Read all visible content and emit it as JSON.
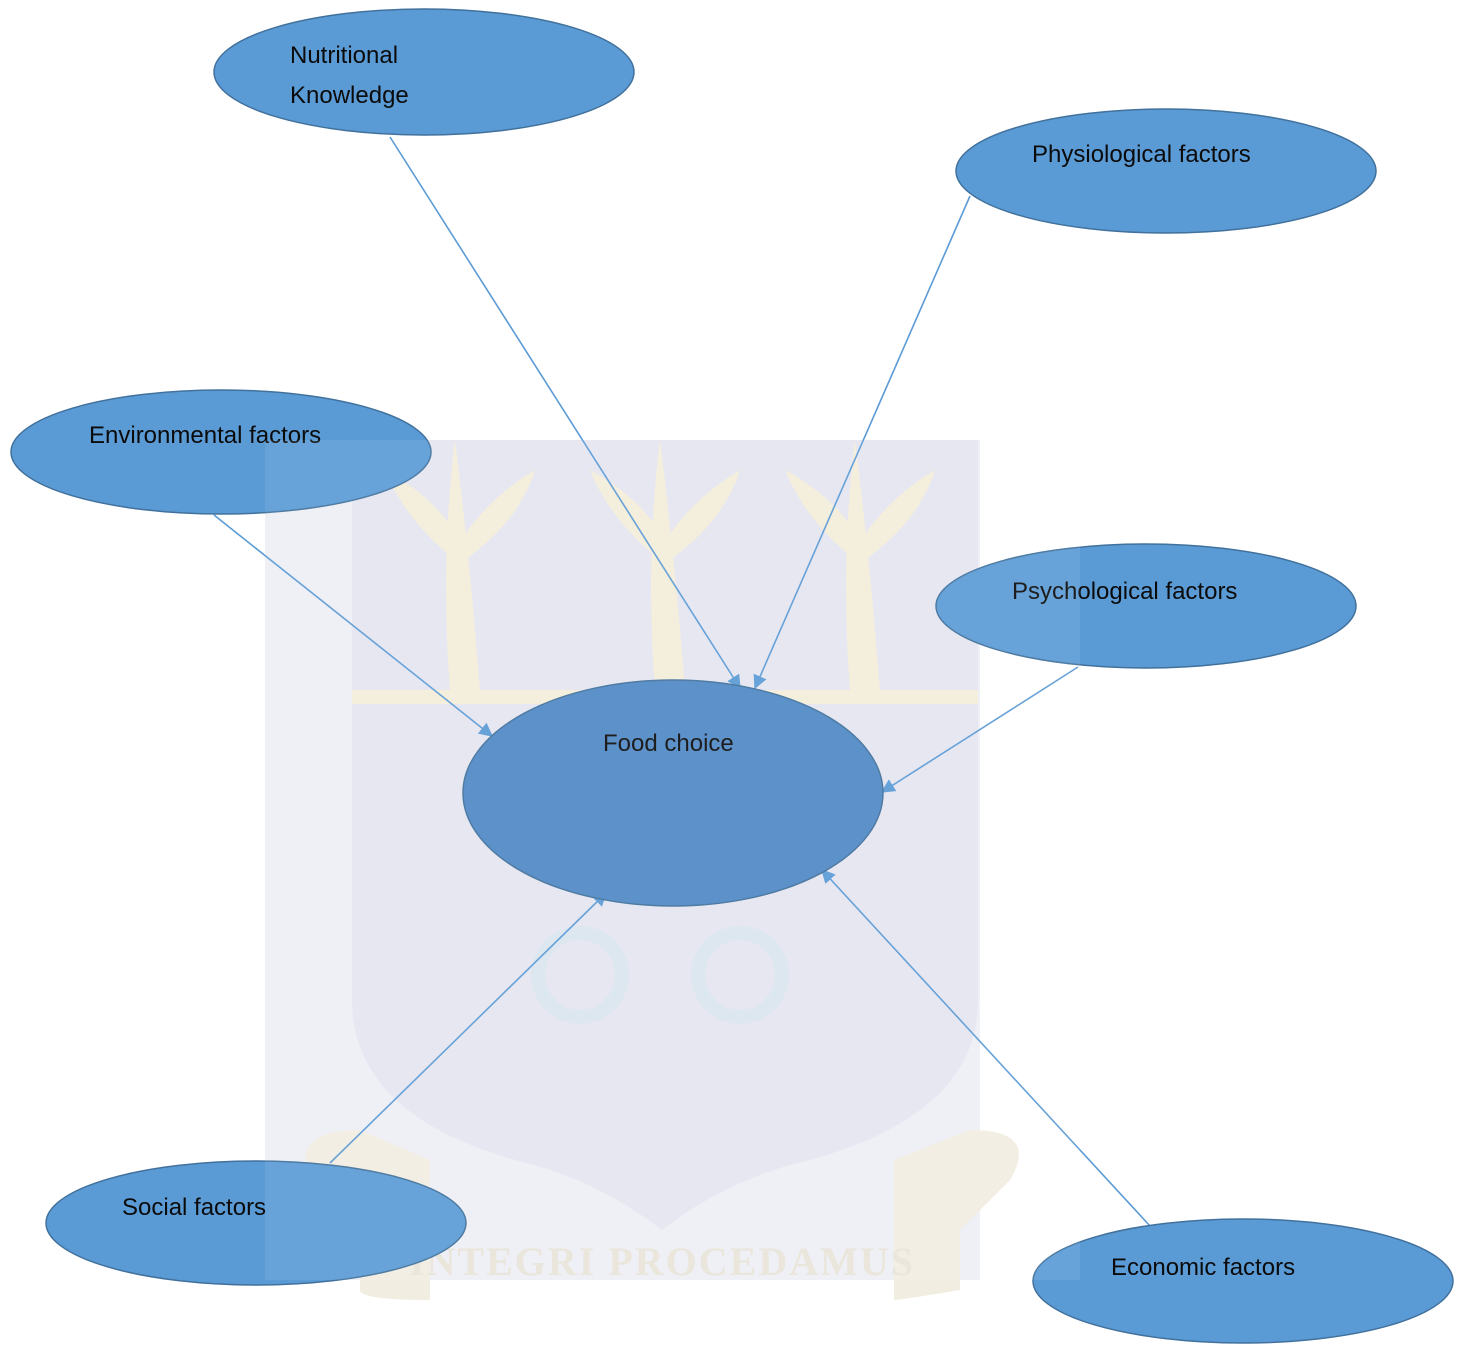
{
  "colors": {
    "node_fill": "#5b9bd5",
    "center_fill": "#5088c6",
    "node_stroke": "#41719c",
    "edge": "#5b9bd5",
    "watermark_shield": "#e5e5f2",
    "watermark_gold": "#f4ecd4"
  },
  "watermark": {
    "motto": "INTEGRI PROCEDAMUS"
  },
  "nodes": {
    "center": {
      "label": "Food choice"
    },
    "nutritional": {
      "line1": "Nutritional",
      "line2": "Knowledge"
    },
    "physiological": {
      "label": "Physiological factors"
    },
    "environmental": {
      "label": "Environmental factors"
    },
    "psychological": {
      "label": "Psychological factors"
    },
    "social": {
      "label": "Social factors"
    },
    "economic": {
      "label": "Economic factors"
    }
  },
  "edges": [
    {
      "from": "nutritional",
      "to": "center"
    },
    {
      "from": "physiological",
      "to": "center"
    },
    {
      "from": "environmental",
      "to": "center"
    },
    {
      "from": "psychological",
      "to": "center"
    },
    {
      "from": "social",
      "to": "center"
    },
    {
      "from": "economic",
      "to": "center"
    }
  ]
}
